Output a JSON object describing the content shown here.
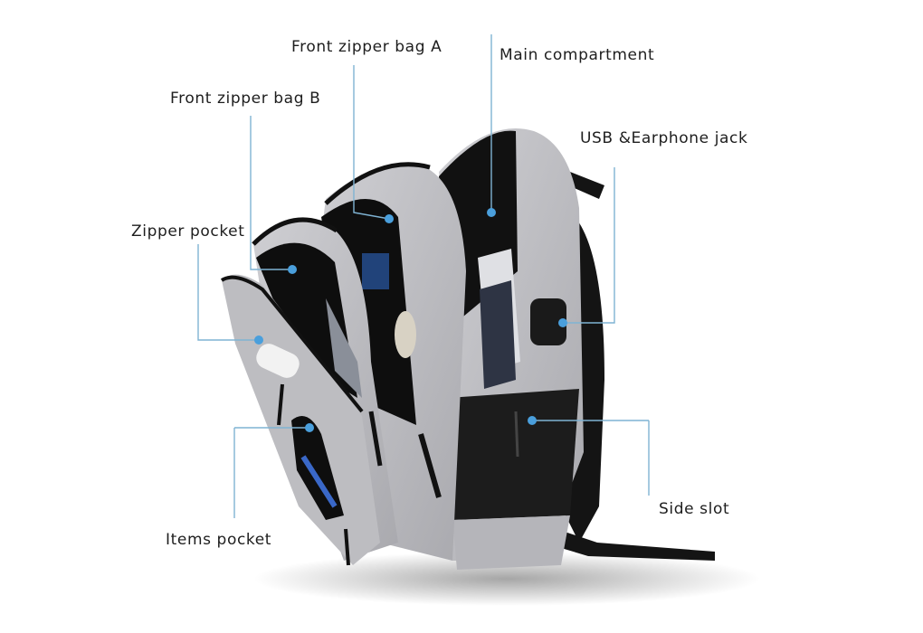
{
  "product": {
    "name": "Backpack",
    "colors": {
      "fabric": "#b9b9bd",
      "trim": "#141414",
      "leader": "#7fb3d3",
      "dot": "#4a9fdc"
    }
  },
  "callouts": [
    {
      "id": "front-zipper-bag-a",
      "label": "Front zipper bag A"
    },
    {
      "id": "main-compartment",
      "label": "Main compartment"
    },
    {
      "id": "front-zipper-bag-b",
      "label": "Front zipper bag B"
    },
    {
      "id": "usb-earphone-jack",
      "label": "USB &Earphone jack"
    },
    {
      "id": "zipper-pocket",
      "label": "Zipper pocket"
    },
    {
      "id": "side-slot",
      "label": "Side slot"
    },
    {
      "id": "items-pocket",
      "label": "Items pocket"
    }
  ]
}
